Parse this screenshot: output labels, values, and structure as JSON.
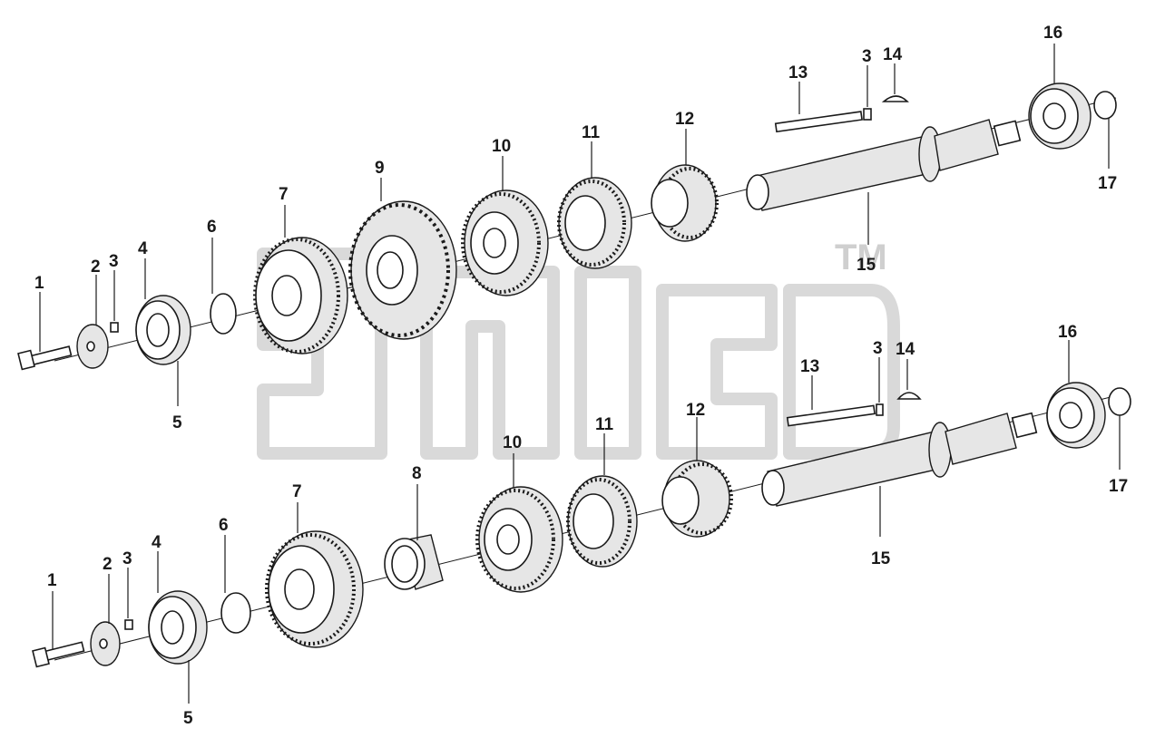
{
  "diagram": {
    "watermark_mark": "TM",
    "assemblies": [
      {
        "id": "upper",
        "callouts": [
          "1",
          "2",
          "3",
          "4",
          "5",
          "6",
          "7",
          "9",
          "10",
          "11",
          "12",
          "13",
          "3",
          "14",
          "15",
          "16",
          "17"
        ]
      },
      {
        "id": "lower",
        "callouts": [
          "1",
          "2",
          "3",
          "4",
          "5",
          "6",
          "7",
          "8",
          "10",
          "11",
          "12",
          "13",
          "3",
          "14",
          "15",
          "16",
          "17"
        ]
      }
    ]
  }
}
